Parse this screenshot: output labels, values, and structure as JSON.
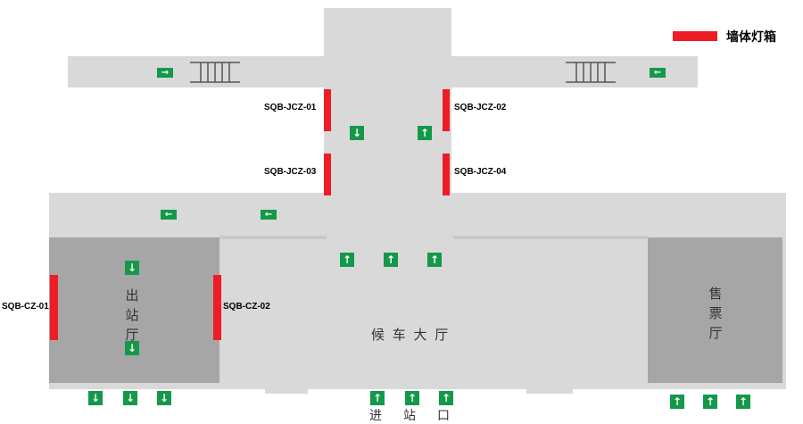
{
  "legend": {
    "text": "墙体灯箱",
    "color": "#ee1c25"
  },
  "walls": [
    {
      "code": "SQB-JCZ-01"
    },
    {
      "code": "SQB-JCZ-02"
    },
    {
      "code": "SQB-JCZ-03"
    },
    {
      "code": "SQB-JCZ-04"
    },
    {
      "code": "SQB-CZ-01"
    },
    {
      "code": "SQB-CZ-02"
    }
  ],
  "rooms": {
    "exit_hall": [
      "出",
      "站",
      "厅"
    ],
    "waiting_hall": "候 车 大 厅",
    "ticket_hall": [
      "售",
      "票",
      "厅"
    ],
    "entrance": [
      "进",
      "站",
      "口"
    ]
  },
  "arrows": {
    "up": "↑",
    "down": "↓",
    "left": "←",
    "right": "→"
  },
  "colors": {
    "floor": "#d9d9d9",
    "hall": "#a6a6a6",
    "sign": "#14984a"
  }
}
